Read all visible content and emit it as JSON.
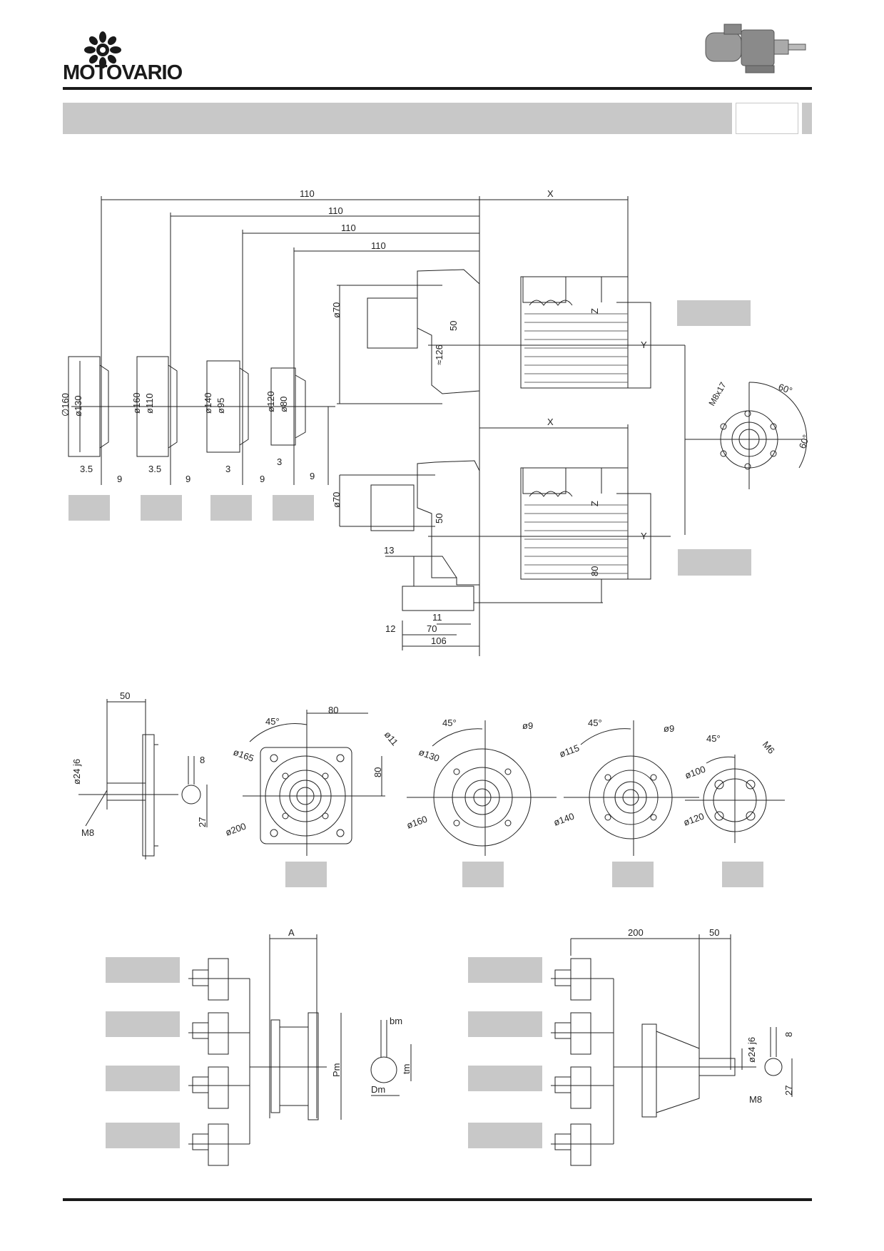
{
  "header": {
    "brand": "MOTOVARIO",
    "colors": {
      "banner_gray": "#c8c8c8",
      "rule": "#1a1a1a",
      "line": "#222222"
    }
  },
  "top_drawing": {
    "dims_110": [
      "110",
      "110",
      "110",
      "110"
    ],
    "dim_x": "X",
    "dim_y": "Y",
    "dim_z": "Z",
    "d70": "ø70",
    "d50": "50",
    "d126": "≈126",
    "flanges": [
      {
        "outer": "∅160",
        "inner": "ø130",
        "left": "3.5",
        "right": "9"
      },
      {
        "outer": "ø160",
        "inner": "ø110",
        "left": "3.5",
        "right": "9"
      },
      {
        "outer": "ø140",
        "inner": "ø95",
        "left": "3",
        "right": "9"
      },
      {
        "outer": "ø120",
        "inner": "ø80",
        "left": "3",
        "right": "9"
      }
    ],
    "flange_side_labels": [
      "M8x17",
      "60°",
      "60°"
    ]
  },
  "foot_drawing": {
    "dim_x": "X",
    "dim_y": "Y",
    "dim_z": "Z",
    "d70": "ø70",
    "d50": "50",
    "d80": "80",
    "d13": "13",
    "d11": "11",
    "d12": "12",
    "d70b": "70",
    "d106": "106"
  },
  "middle_row": {
    "shaft": {
      "len": "50",
      "dia": "ø24 j6",
      "key": "8",
      "height": "27",
      "thread": "M8"
    },
    "flange_a": {
      "angle": "45°",
      "dim80a": "80",
      "dim80b": "80",
      "hole": "ø11",
      "pcd": "ø165",
      "outer": "ø200"
    },
    "flange_b": {
      "angle": "45°",
      "hole": "ø9",
      "pcd": "ø130",
      "outer": "ø160"
    },
    "flange_c": {
      "angle": "45°",
      "hole": "ø9",
      "pcd": "ø115",
      "outer": "ø140"
    },
    "flange_d": {
      "angle": "45°",
      "thread": "M6",
      "pcd": "ø100",
      "outer": "ø120"
    }
  },
  "bottom_left": {
    "dim_a": "A",
    "pm": "Pm",
    "bm": "bm",
    "tm": "tm",
    "dm": "Dm"
  },
  "bottom_right": {
    "d200": "200",
    "d50": "50",
    "dia": "ø24 j6",
    "key": "8",
    "height": "27",
    "thread": "M8"
  }
}
